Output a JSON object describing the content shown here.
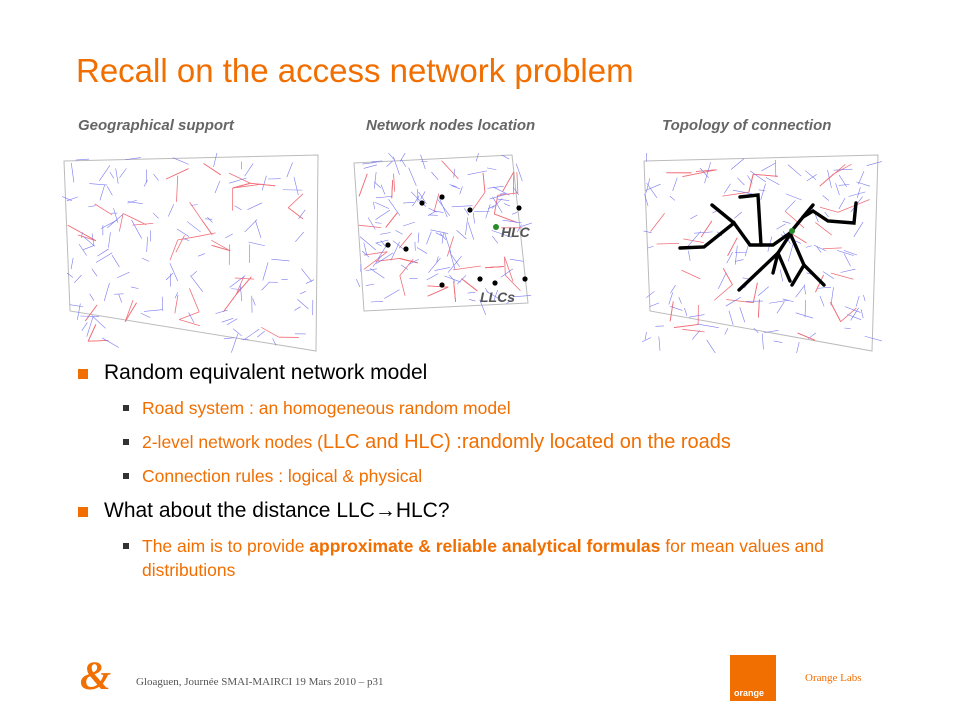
{
  "slide": {
    "title": "Recall on the access network problem",
    "captions": [
      "Geographical support",
      "Network nodes location",
      "Topology of connection"
    ],
    "panel_labels": {
      "hlc": "HLC",
      "llcs": "LLCs"
    }
  },
  "bullets": {
    "b1": "Random equivalent network model",
    "b1_sub1": "Road system : an homogeneous random model",
    "b1_sub2_a": "2-level network nodes (",
    "b1_sub2_b": "LLC and HLC) :randomly located on the roads",
    "b1_sub3": "Connection rules : logical & physical",
    "b2": "What about the distance LLC→HLC?",
    "b2_sub1_a": "The aim is to provide ",
    "b2_sub1_b": "approximate & reliable analytical formulas",
    "b2_sub1_c": " for mean values and distributions"
  },
  "footer": {
    "symbol": "&",
    "citation": "Gloaguen, Journée SMAI-MAIRCI 19 Mars 2010 – p31",
    "logo_text": "orange",
    "lab": "Orange Labs"
  },
  "colors": {
    "accent": "#f16e00",
    "roads_red": "#f0707a",
    "roads_blue": "#7a7af0",
    "node_green": "#2a8a2a"
  }
}
